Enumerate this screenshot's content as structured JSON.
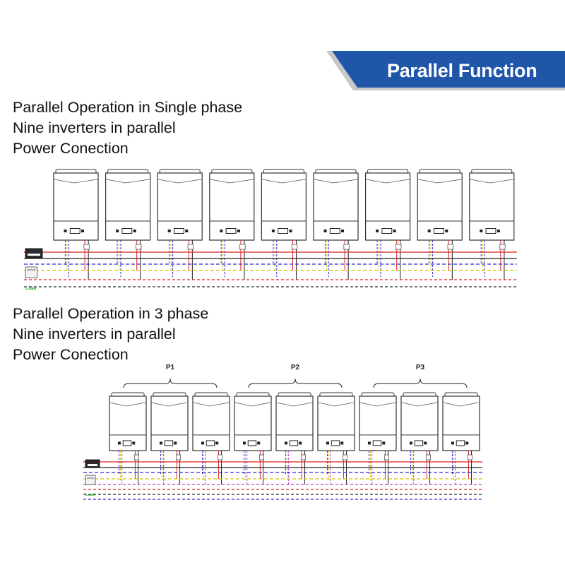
{
  "banner": {
    "title": "Parallel Function",
    "color": "#1f56a8",
    "accent": "#c8c8c8"
  },
  "single_phase": {
    "title": "Parallel Operation in Single phase",
    "subtitle": "Nine inverters in parallel",
    "label": "Power Conection",
    "inverter_count": 9,
    "load_label": "Load",
    "line_colors": [
      "#e02020",
      "#202020",
      "#2a2acf",
      "#d8c000"
    ]
  },
  "three_phase": {
    "title": "Parallel Operation in 3 phase",
    "subtitle": "Nine inverters in parallel",
    "label": "Power Conection",
    "inverter_count": 9,
    "load_label": "Load",
    "groups": [
      "P1",
      "P2",
      "P3"
    ],
    "line_colors": [
      "#e02020",
      "#202020",
      "#2a2acf",
      "#d8c000",
      "#b040c8"
    ]
  }
}
